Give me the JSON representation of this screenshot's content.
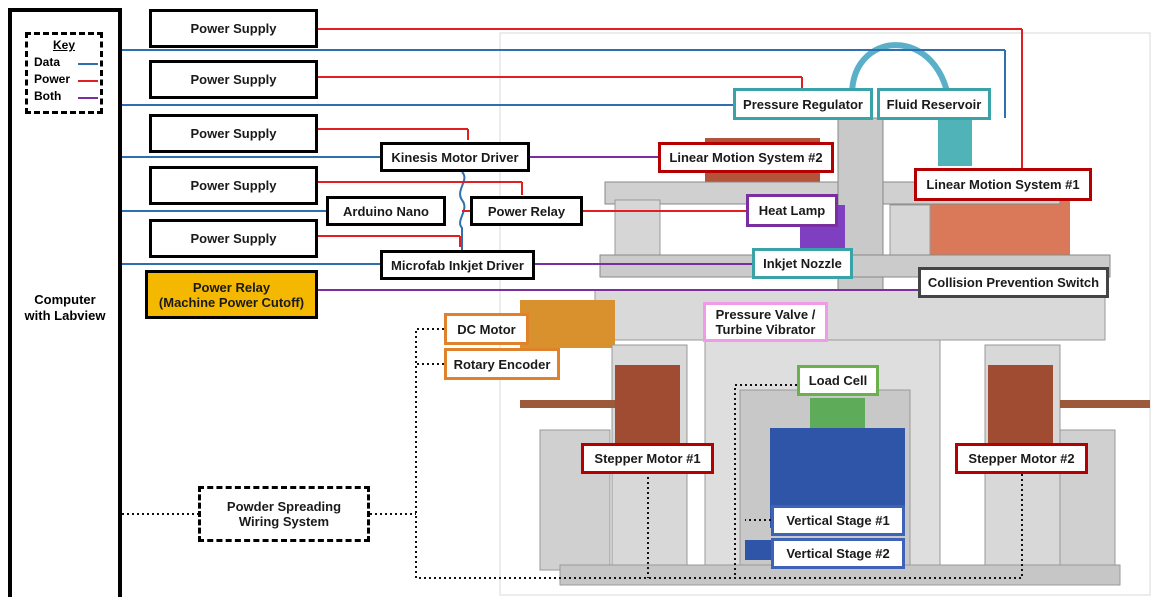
{
  "key": {
    "title": "Key",
    "data": "Data",
    "power": "Power",
    "both": "Both"
  },
  "computer": "Computer\nwith Labview",
  "colors": {
    "data": "#2e6fb0",
    "power": "#e02020",
    "both": "#7a2ea0",
    "machine_frame": "#cfcfcf"
  },
  "power_supplies": [
    "Power Supply",
    "Power Supply",
    "Power Supply",
    "Power Supply",
    "Power Supply"
  ],
  "power_relay_cutoff": "Power Relay\n(Machine Power Cutoff)",
  "kinesis": "Kinesis Motor Driver",
  "arduino": "Arduino Nano",
  "power_relay": "Power Relay",
  "microfab": "Microfab Inkjet Driver",
  "pressure_regulator": "Pressure Regulator",
  "fluid_reservoir": "Fluid Reservoir",
  "linear2": "Linear Motion System #2",
  "linear1": "Linear Motion System #1",
  "heat_lamp": "Heat Lamp",
  "inkjet_nozzle": "Inkjet Nozzle",
  "collision": "Collision Prevention Switch",
  "dc_motor": "DC Motor",
  "rotary_encoder": "Rotary Encoder",
  "pressure_valve": "Pressure Valve /\nTurbine Vibrator",
  "load_cell": "Load Cell",
  "stepper1": "Stepper Motor #1",
  "stepper2": "Stepper Motor #2",
  "powder": "Powder Spreading\nWiring System",
  "vstage1": "Vertical Stage #1",
  "vstage2": "Vertical Stage #2"
}
